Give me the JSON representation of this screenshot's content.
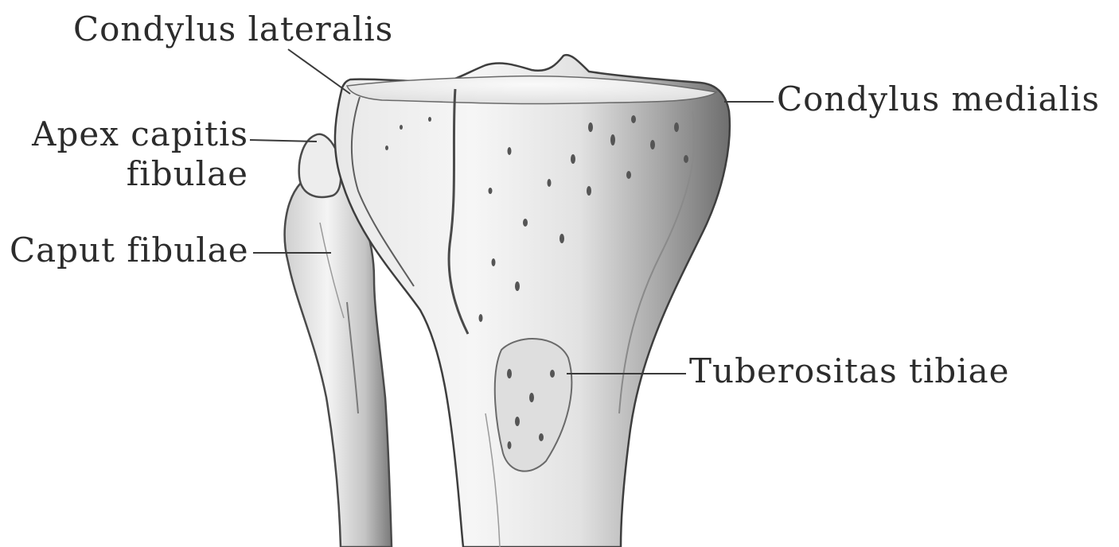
{
  "figure": {
    "labels": {
      "condylus_lateralis": "Condylus lateralis",
      "condylus_medialis": "Condylus medialis",
      "apex_capitis_fibulae_line1": "Apex capitis",
      "apex_capitis_fibulae_line2": "fibulae",
      "caput_fibulae": "Caput fibulae",
      "tuberositas_tibiae": "Tuberositas tibiae"
    },
    "colors": {
      "ink": "#2c2c2c",
      "bone_light": "#f7f7f7",
      "bone_mid": "#d9d9d9",
      "bone_shadow": "#9e9e9e",
      "bone_dark": "#5a5a5a"
    }
  }
}
